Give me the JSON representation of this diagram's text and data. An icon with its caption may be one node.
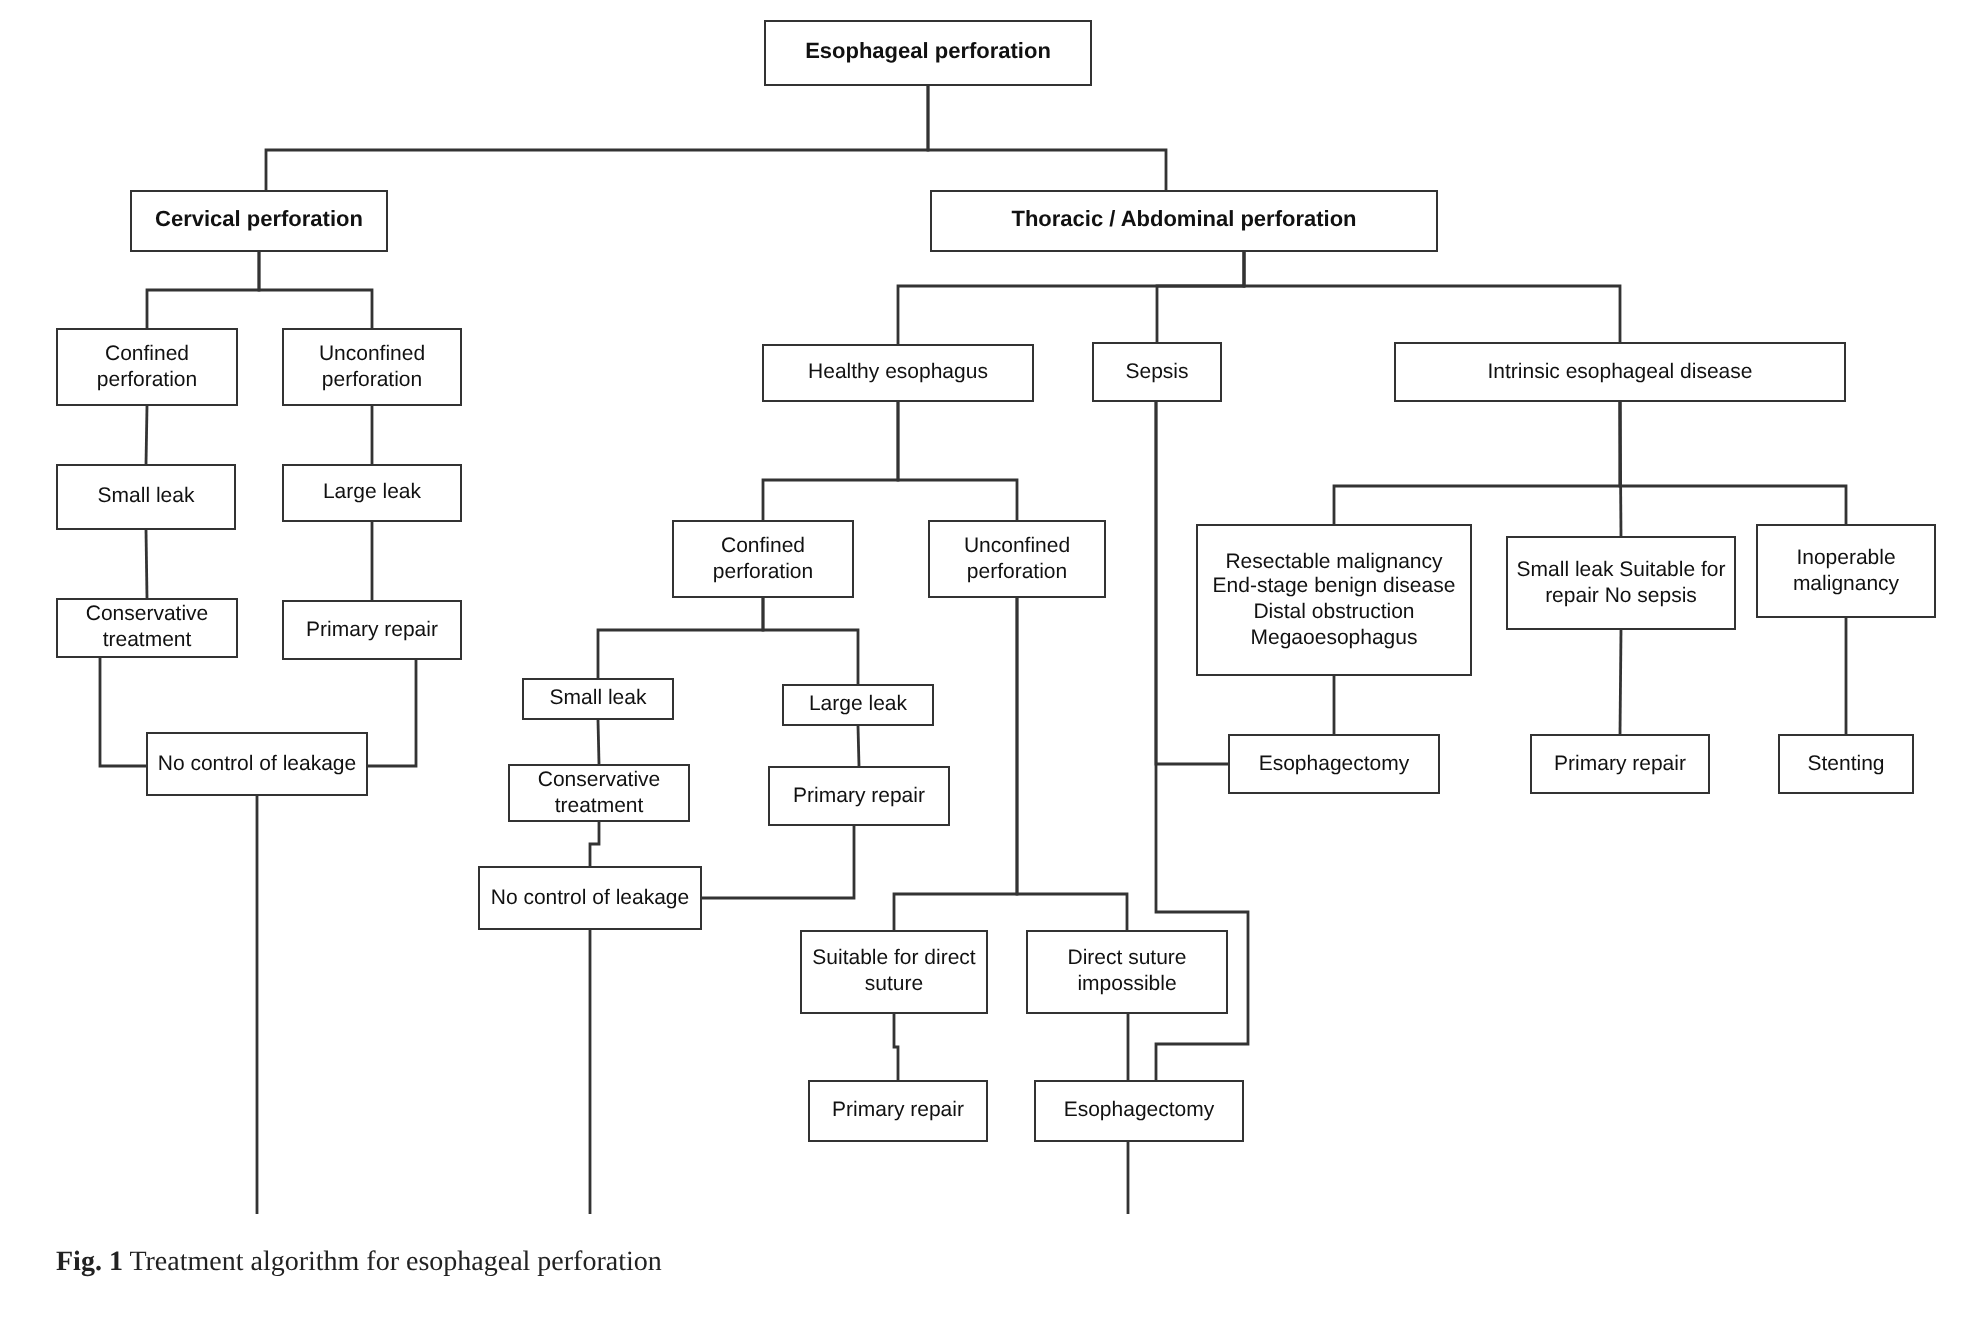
{
  "diagram": {
    "caption": "**Fig. 1** Treatment algorithm for esophageal perforation",
    "nodes": [
      {
        "text": [
          "Esophageal perforation"
        ]
      },
      {
        "text": [
          "Cervical perforation"
        ]
      },
      {
        "text": [
          "Thoracic / Abdominal perforation"
        ]
      },
      {
        "text": [
          "Confined perforation"
        ]
      },
      {
        "text": [
          "Unconfined perforation"
        ]
      },
      {
        "text": [
          "Small leak"
        ]
      },
      {
        "text": [
          "Large leak"
        ]
      },
      {
        "text": [
          "Conservative treatment"
        ]
      },
      {
        "text": [
          "Primary repair"
        ]
      },
      {
        "text": [
          "No control of leakage"
        ]
      },
      {
        "text": [
          "Healthy esophagus"
        ]
      },
      {
        "text": [
          "Sepsis"
        ]
      },
      {
        "text": [
          "Intrinsic esophageal disease"
        ]
      },
      {
        "text": [
          "Confined perforation"
        ]
      },
      {
        "text": [
          "Unconfined perforation"
        ]
      },
      {
        "text": [
          "Small leak"
        ]
      },
      {
        "text": [
          "Large leak"
        ]
      },
      {
        "text": [
          "Conservative treatment"
        ]
      },
      {
        "text": [
          "Primary repair"
        ]
      },
      {
        "text": [
          "No control of leakage"
        ]
      },
      {
        "text": [
          "Resectable malignancy End-stage benign disease Distal obstruction Megaoesophagus"
        ]
      },
      {
        "text": [
          "Small leak Suitable for repair No sepsis"
        ]
      },
      {
        "text": [
          "Inoperable malignancy"
        ]
      },
      {
        "text": [
          "Esophagectomy"
        ]
      },
      {
        "text": [
          "Primary repair"
        ]
      },
      {
        "text": [
          "Stenting"
        ]
      },
      {
        "text": [
          "Suitable for direct suture"
        ]
      },
      {
        "text": [
          "Direct suture impossible"
        ]
      },
      {
        "text": [
          "Primary repair"
        ]
      },
      {
        "text": [
          "Esophagectomy"
        ]
      }
    ],
    "edges": [
      {
        "from": 0,
        "to": 1,
        "arrow": "none"
      },
      {
        "from": 0,
        "to": 2,
        "arrow": "none"
      },
      {
        "from": 1,
        "to": 3,
        "arrow": "none"
      },
      {
        "from": 1,
        "to": 4,
        "arrow": "none"
      },
      {
        "from": 3,
        "to": 5,
        "arrow": "none"
      },
      {
        "from": 5,
        "to": 7,
        "arrow": "none"
      },
      {
        "from": 4,
        "to": 6,
        "arrow": "none"
      },
      {
        "from": 6,
        "to": 8,
        "arrow": "none"
      },
      {
        "from": 7,
        "to": 9,
        "arrow": "none"
      },
      {
        "from": 8,
        "to": 9,
        "arrow": "none"
      },
      {
        "from": 9,
        "to": null,
        "arrow": "none"
      },
      {
        "from": 2,
        "to": 10,
        "arrow": "none"
      },
      {
        "from": 2,
        "to": 11,
        "arrow": "none"
      },
      {
        "from": 2,
        "to": 12,
        "arrow": "none"
      },
      {
        "from": 10,
        "to": 13,
        "arrow": "none"
      },
      {
        "from": 10,
        "to": 14,
        "arrow": "none"
      },
      {
        "from": 13,
        "to": 15,
        "arrow": "none"
      },
      {
        "from": 13,
        "to": 16,
        "arrow": "none"
      },
      {
        "from": 15,
        "to": 17,
        "arrow": "none"
      },
      {
        "from": 17,
        "to": 19,
        "arrow": "none"
      },
      {
        "from": 16,
        "to": 18,
        "arrow": "none"
      },
      {
        "from": 18,
        "to": 19,
        "arrow": "none"
      },
      {
        "from": 19,
        "to": null,
        "arrow": "none"
      },
      {
        "from": 14,
        "to": 26,
        "arrow": "none"
      },
      {
        "from": 14,
        "to": 27,
        "arrow": "none"
      },
      {
        "from": 26,
        "to": 28,
        "arrow": "none"
      },
      {
        "from": 27,
        "to": 29,
        "arrow": "none"
      },
      {
        "from": 29,
        "to": null,
        "arrow": "none"
      },
      {
        "from": 11,
        "to": 23,
        "arrow": "none"
      },
      {
        "from": 11,
        "to": 29,
        "arrow": "none"
      },
      {
        "from": 12,
        "to": 20,
        "arrow": "none"
      },
      {
        "from": 12,
        "to": 21,
        "arrow": "none"
      },
      {
        "from": 12,
        "to": 22,
        "arrow": "none"
      },
      {
        "from": 20,
        "to": 23,
        "arrow": "none"
      },
      {
        "from": 21,
        "to": 24,
        "arrow": "none"
      },
      {
        "from": 22,
        "to": 25,
        "arrow": "none"
      }
    ]
  }
}
